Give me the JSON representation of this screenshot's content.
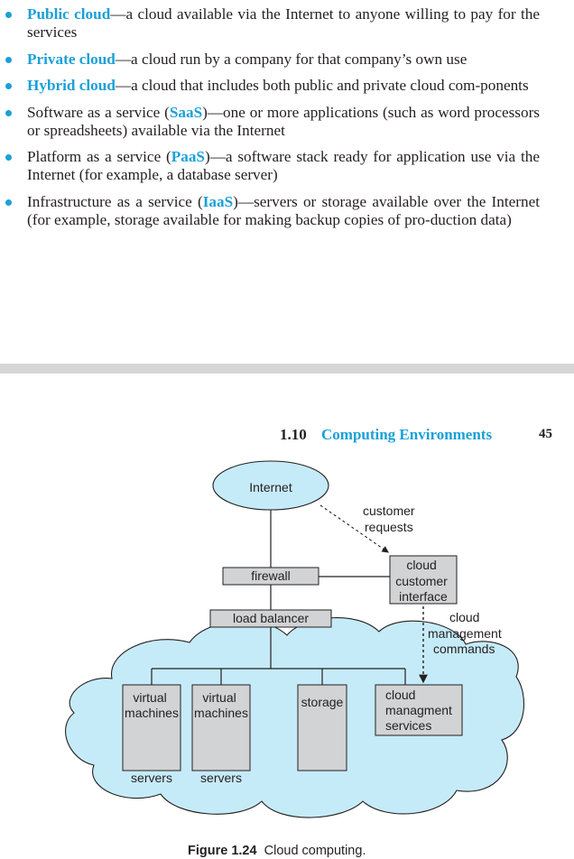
{
  "bullets": [
    {
      "term": "Public cloud",
      "lead": "",
      "tail": "—a cloud available via the Internet to anyone willing to pay for the services"
    },
    {
      "term": "Private cloud",
      "lead": "",
      "tail": "—a cloud run by a company for that company’s own use"
    },
    {
      "term": "Hybrid cloud",
      "lead": "",
      "tail": "—a cloud that includes both public and private cloud com-ponents"
    },
    {
      "term": "SaaS",
      "lead": "Software as a service (",
      "tail": ")—one or more applications (such as word processors or spreadsheets) available via the Internet"
    },
    {
      "term": "PaaS",
      "lead": "Platform as a service (",
      "tail": ")—a software stack ready for application use via the Internet (for example, a database server)"
    },
    {
      "term": "IaaS",
      "lead": "Infrastructure as a service (",
      "tail": ")—servers or storage available over the Internet (for example, storage available for making backup copies of pro-duction data)"
    }
  ],
  "running_head": {
    "section_number": "1.10",
    "section_title": "Computing Environments",
    "page_number": "45"
  },
  "figure": {
    "internet": "Internet",
    "customer_requests": [
      "customer",
      "requests"
    ],
    "firewall": "firewall",
    "cloud_customer_interface": [
      "cloud",
      "customer",
      "interface"
    ],
    "load_balancer": "load balancer",
    "cloud_management_commands": [
      "cloud",
      "management",
      "commands"
    ],
    "virtual_machines_1": [
      "virtual",
      "machines"
    ],
    "virtual_machines_2": [
      "virtual",
      "machines"
    ],
    "storage": "storage",
    "cloud_management_services": [
      "cloud",
      "managment",
      "services"
    ],
    "servers_1": "servers",
    "servers_2": "servers"
  },
  "caption": {
    "label": "Figure 1.24",
    "text": "Cloud computing."
  },
  "colors": {
    "accent": "#1ba0d8",
    "cloud_fill": "#c6ebf8",
    "box_fill": "#d1d3d4",
    "separator": "#d6d6d6"
  }
}
